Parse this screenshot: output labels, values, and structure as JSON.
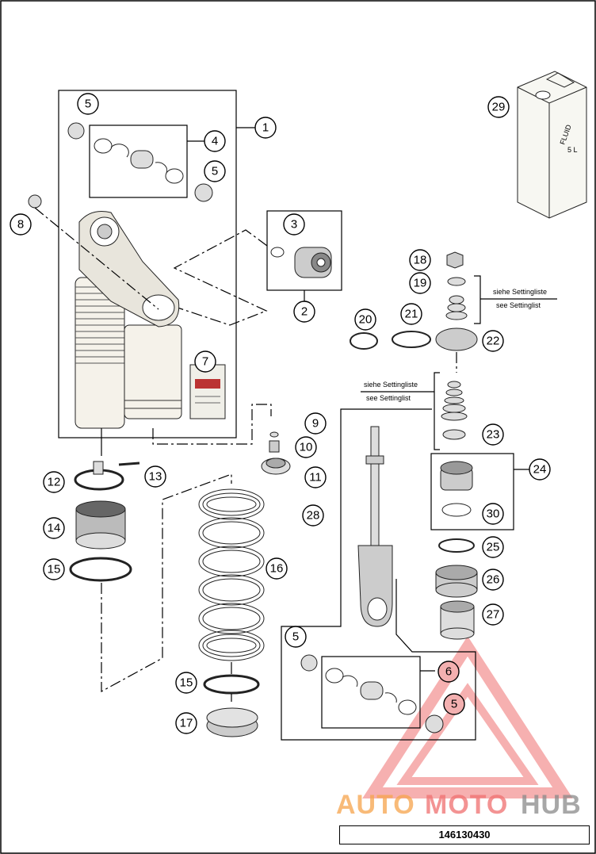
{
  "callouts": [
    "1",
    "2",
    "3",
    "4",
    "5",
    "6",
    "7",
    "8",
    "9",
    "10",
    "11",
    "12",
    "13",
    "14",
    "15",
    "16",
    "17",
    "18",
    "19",
    "20",
    "21",
    "22",
    "23",
    "24",
    "25",
    "26",
    "27",
    "28",
    "29",
    "30"
  ],
  "notes": {
    "setting_de": "siehe Settingliste",
    "setting_en": "see Settinglist"
  },
  "canister_label": {
    "line1": "FLUID",
    "line2": "5 L"
  },
  "drawing_number": "146130430",
  "watermark": {
    "part1": "AUTO",
    "part2": "MOTO",
    "part3": "HUB"
  },
  "colors": {
    "watermark_red": "#f07070",
    "watermark_orange": "#f6a44c",
    "watermark_gray": "#8a8a8a"
  }
}
